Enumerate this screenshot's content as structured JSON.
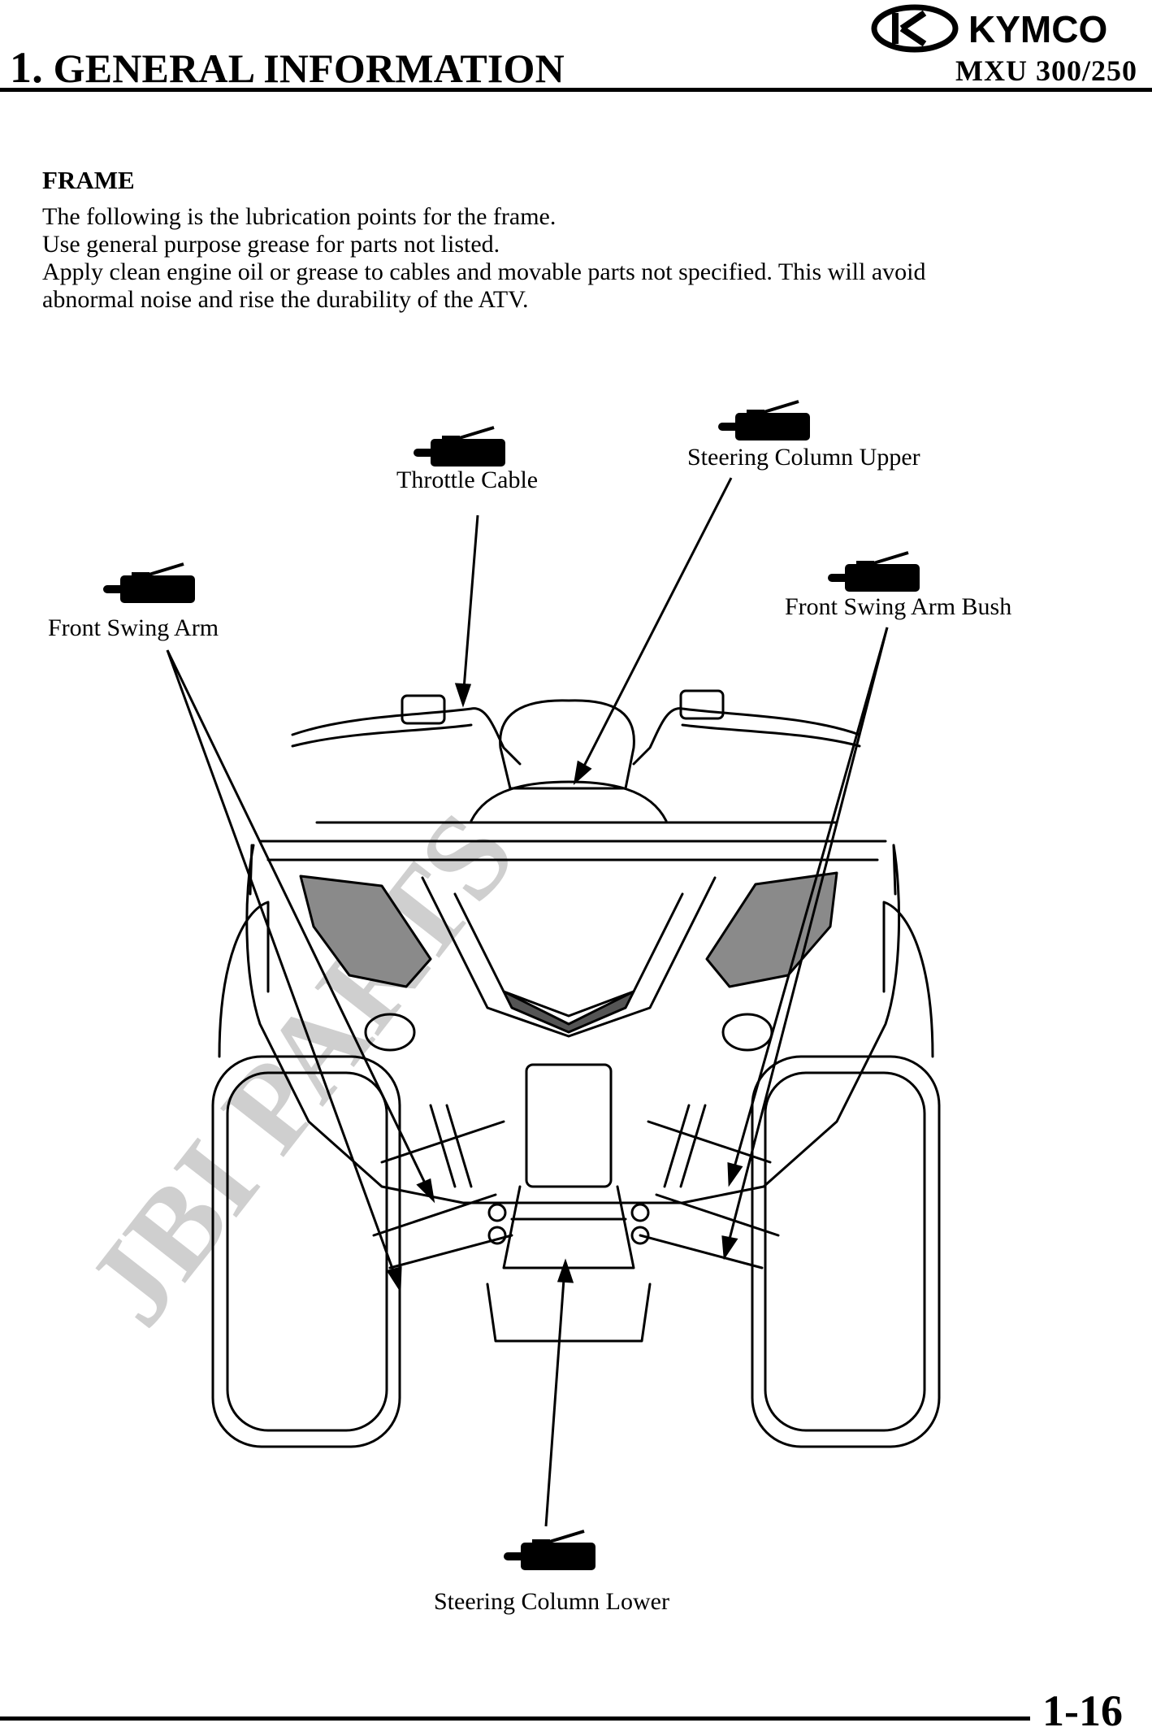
{
  "header": {
    "chapter_number": "1.",
    "chapter_title": "GENERAL INFORMATION",
    "brand": "KYMCO",
    "model": "MXU 300/250"
  },
  "section": {
    "title": "FRAME",
    "lines": [
      "The following is the lubrication points for the frame.",
      "Use general purpose grease for parts not listed.",
      "Apply clean engine oil or grease to cables and movable parts not specified.    This will avoid",
      "abnormal noise and rise the durability of the ATV."
    ]
  },
  "diagram": {
    "labels": {
      "throttle_cable": "Throttle Cable",
      "steering_column_upper": "Steering Column Upper",
      "front_swing_arm": "Front Swing Arm",
      "front_swing_arm_bush": "Front Swing Arm Bush",
      "steering_column_lower": "Steering Column Lower"
    },
    "watermark": "JBI PARTS"
  },
  "footer": {
    "page_number": "1-16"
  }
}
